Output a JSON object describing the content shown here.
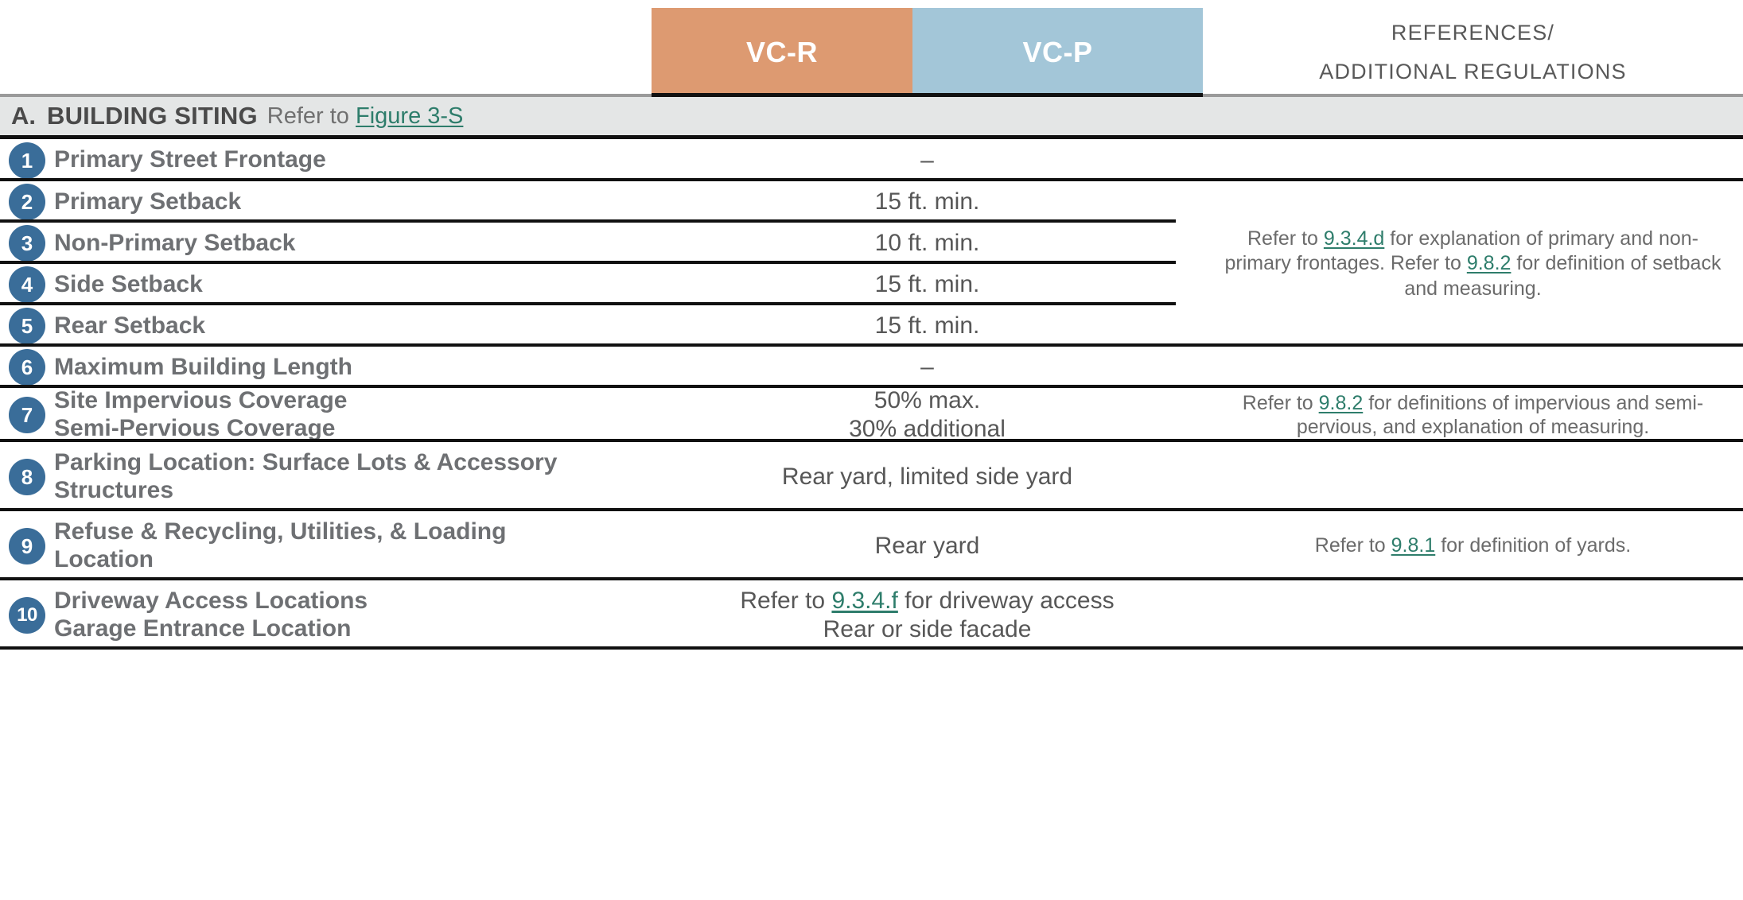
{
  "header": {
    "zones": [
      {
        "label": "VC-R",
        "color": "#dd9a71"
      },
      {
        "label": "VC-P",
        "color": "#a3c6d8"
      }
    ],
    "references_title_line1": "REFERENCES/",
    "references_title_line2": "ADDITIONAL REGULATIONS"
  },
  "section": {
    "letter": "A.",
    "title": "BUILDING SITING",
    "sub_prefix": "Refer to",
    "sub_link": "Figure 3-S"
  },
  "colors": {
    "badge": "#3a6d99",
    "link": "#2e7d6b",
    "band": "#e4e6e6",
    "vcr": "#dd9a71",
    "vcp": "#a3c6d8"
  },
  "merged_reference": {
    "part1": "Refer to ",
    "link1": "9.3.4.d",
    "part2": " for explanation of primary and non-primary frontages. Refer to ",
    "link2": "9.8.2",
    "part3": " for definition of setback and measuring."
  },
  "rows": [
    {
      "num": "1",
      "label_lines": [
        "Primary Street Frontage"
      ],
      "value_lines": [
        "–"
      ],
      "reference": null
    },
    {
      "num": "2",
      "label_lines": [
        "Primary Setback"
      ],
      "value_lines": [
        "15 ft. min."
      ],
      "reference": null
    },
    {
      "num": "3",
      "label_lines": [
        "Non-Primary Setback"
      ],
      "value_lines": [
        "10 ft. min."
      ],
      "reference": null
    },
    {
      "num": "4",
      "label_lines": [
        "Side Setback"
      ],
      "value_lines": [
        "15 ft. min."
      ],
      "reference": null
    },
    {
      "num": "5",
      "label_lines": [
        "Rear Setback"
      ],
      "value_lines": [
        "15 ft. min."
      ],
      "reference": null
    },
    {
      "num": "6",
      "label_lines": [
        "Maximum Building Length"
      ],
      "value_lines": [
        "–"
      ],
      "reference": null
    },
    {
      "num": "7",
      "label_lines": [
        "Site Impervious Coverage",
        "Semi-Pervious Coverage"
      ],
      "value_lines": [
        "50% max.",
        "30% additional"
      ],
      "reference": {
        "part1": "Refer to ",
        "link1": "9.8.2",
        "part2": " for definitions of impervious and semi-pervious, and explanation of measuring."
      }
    },
    {
      "num": "8",
      "label_lines": [
        "Parking Location: Surface Lots & Accessory",
        "Structures"
      ],
      "value_lines": [
        "Rear yard, limited side yard"
      ],
      "reference": null
    },
    {
      "num": "9",
      "label_lines": [
        "Refuse & Recycling, Utilities, & Loading",
        "Location"
      ],
      "value_lines": [
        "Rear yard"
      ],
      "reference": {
        "part1": "Refer to ",
        "link1": "9.8.1",
        "part2": " for definition of yards."
      }
    },
    {
      "num": "10",
      "label_lines": [
        "Driveway Access Locations",
        "Garage Entrance Location"
      ],
      "value_lines": [
        "__LINK_9_3_4_F__",
        "Rear or side facade"
      ],
      "value_link": {
        "prefix": "Refer to ",
        "link": "9.3.4.f",
        "suffix": " for driveway access"
      },
      "reference": null
    }
  ]
}
